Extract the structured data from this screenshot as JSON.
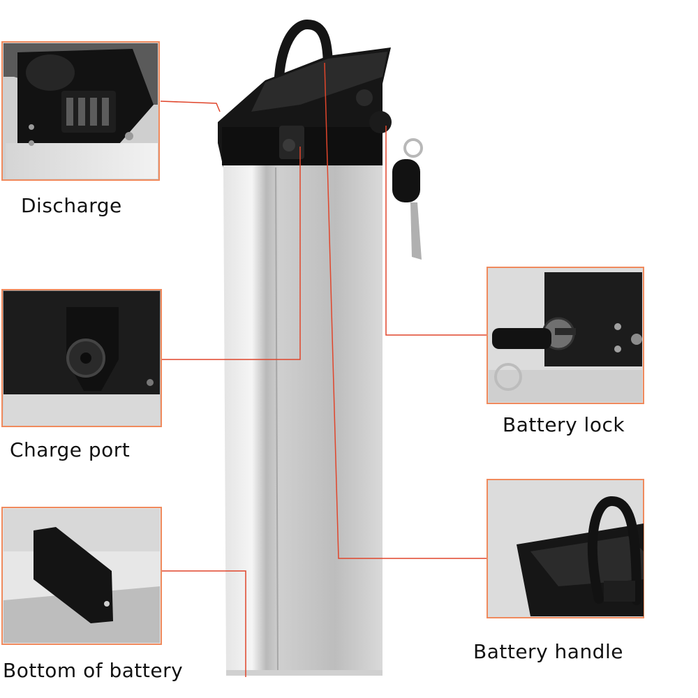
{
  "callouts": {
    "discharge": "Discharge",
    "charge_port": "Charge port",
    "bottom": "Bottom of battery",
    "lock": "Battery lock",
    "handle": "Battery handle"
  },
  "colors": {
    "frame": "#f08a5d",
    "leader_line": "#e0452b",
    "housing": "#c9c9c9",
    "plastic": "#141414"
  }
}
